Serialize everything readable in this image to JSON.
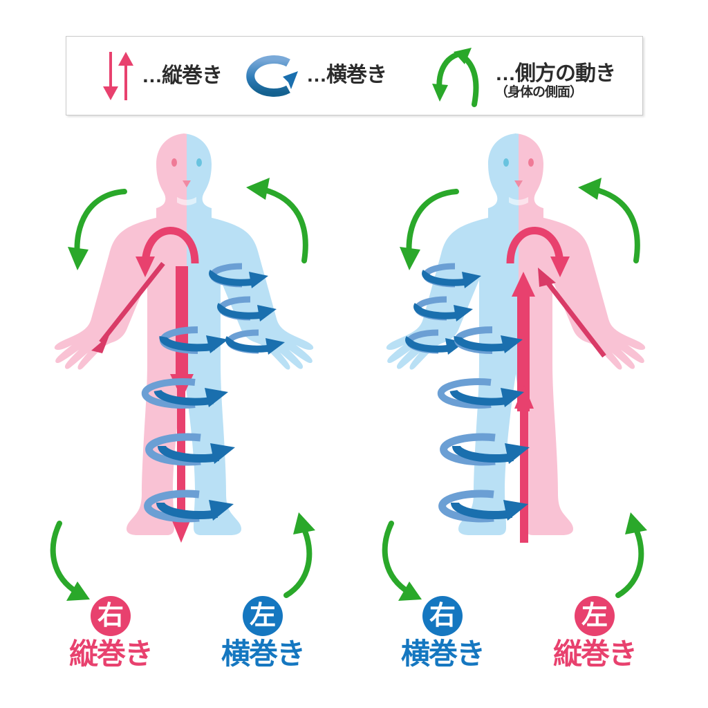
{
  "legend": {
    "items": [
      {
        "icon": "vertical-double-arrow-icon",
        "label": "…縦巻き",
        "sub": "",
        "color": "#e8416e"
      },
      {
        "icon": "horizontal-rotation-arrow-icon",
        "label": "…横巻き",
        "sub": "",
        "color": "#1a6fae"
      },
      {
        "icon": "lateral-swirl-arrow-icon",
        "label": "…側方の動き",
        "sub": "（身体の側面）",
        "color": "#2aa82a"
      }
    ]
  },
  "figures": [
    {
      "name": "left-figure",
      "body_left_half_color": "#f9c2d4",
      "body_right_half_color": "#b9e0f5",
      "vertical_arrow_direction": "down",
      "vertical_arrow_side": "left",
      "spiral_side": "right",
      "labels": [
        {
          "badge": "右",
          "badge_color": "#e8416e",
          "text": "縦巻き",
          "text_color": "#e8416e"
        },
        {
          "badge": "左",
          "badge_color": "#1577c0",
          "text": "横巻き",
          "text_color": "#1577c0"
        }
      ]
    },
    {
      "name": "right-figure",
      "body_left_half_color": "#b9e0f5",
      "body_right_half_color": "#f9c2d4",
      "vertical_arrow_direction": "up",
      "vertical_arrow_side": "right",
      "spiral_side": "left",
      "labels": [
        {
          "badge": "右",
          "badge_color": "#1577c0",
          "text": "横巻き",
          "text_color": "#1577c0"
        },
        {
          "badge": "左",
          "badge_color": "#e8416e",
          "text": "縦巻き",
          "text_color": "#e8416e"
        }
      ]
    }
  ],
  "colors": {
    "pink_body": "#f9c2d4",
    "blue_body": "#b9e0f5",
    "pink_arrow": "#e8416e",
    "blue_arrow_front": "#1a6fae",
    "blue_arrow_back": "#6b9fd4",
    "green_arrow": "#2aa82a",
    "legend_text": "#2b2b2b",
    "legend_border": "#c9c9c9"
  }
}
